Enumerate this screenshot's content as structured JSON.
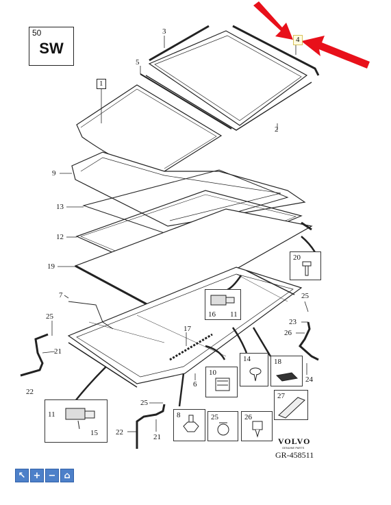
{
  "badge": {
    "number": "50",
    "code": "SW"
  },
  "callouts": {
    "c1": "1",
    "c2": "2",
    "c3": "3",
    "c4": "4",
    "c5": "5",
    "c6": "6",
    "c7": "7",
    "c9": "9",
    "c12": "12",
    "c13": "13",
    "c17": "17",
    "c19": "19",
    "c21a": "21",
    "c21b": "21",
    "c22a": "22",
    "c22b": "22",
    "c23": "23",
    "c24": "24",
    "c25a": "25",
    "c25b": "25",
    "c25c": "25",
    "c26": "26"
  },
  "insets": {
    "i20": "20",
    "i16": "16",
    "i11a": "11",
    "i14": "14",
    "i18": "18",
    "i10": "10",
    "i27": "27",
    "i11b": "11",
    "i15": "15",
    "i8": "8",
    "i25": "25",
    "i26": "26"
  },
  "brand": {
    "name": "VOLVO",
    "sub": "GENUINE PARTS",
    "ref": "GR-458511"
  },
  "colors": {
    "arrow": "#e8101a",
    "line": "#222222",
    "highlight": "#fffbe0",
    "toolbar": "#4d80c9"
  },
  "toolbar": [
    {
      "icon": "cursor-icon",
      "glyph": "↖"
    },
    {
      "icon": "zoom-in-icon",
      "glyph": "+"
    },
    {
      "icon": "zoom-out-icon",
      "glyph": "−"
    },
    {
      "icon": "home-icon",
      "glyph": "⌂"
    }
  ]
}
